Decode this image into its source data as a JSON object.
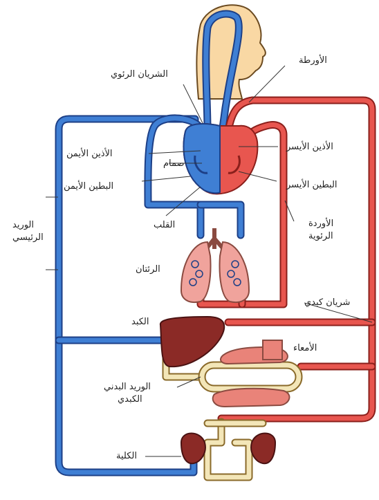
{
  "colors": {
    "artery_fill": "#e8564f",
    "artery_edge": "#8a1f1b",
    "vein_fill": "#3f7fd4",
    "vein_edge": "#1d3f86",
    "portal_fill": "#f3e6b8",
    "portal_edge": "#8a6a2a",
    "head_fill": "#f9d8a4",
    "lung_fill": "#f0a39c",
    "liver_fill": "#8b2a26",
    "intestine_fill": "#e98379",
    "kidney_fill": "#8b2a26"
  },
  "labels": {
    "aorta": "الأورطة",
    "pulmonary_artery": "الشريان الرئوي",
    "right_atrium": "الأذين الأيمن",
    "valve": "صمام",
    "right_ventricle": "البطين الأيمن",
    "left_atrium": "الأذين الأيسر",
    "left_ventricle": "البطين الأيسر",
    "main_vein_line1": "الوريد",
    "main_vein_line2": "الرئيسي",
    "pulmonary_veins_line1": "الأوردة",
    "pulmonary_veins_line2": "الرئوية",
    "heart": "القلب",
    "lungs": "الرئتان",
    "hepatic_artery": "شريان كبدي",
    "liver": "الكبد",
    "intestines": "الأمعاء",
    "portal_vein_line1": "الوريد البدني",
    "portal_vein_line2": "الكبدي",
    "kidney": "الكلية"
  }
}
